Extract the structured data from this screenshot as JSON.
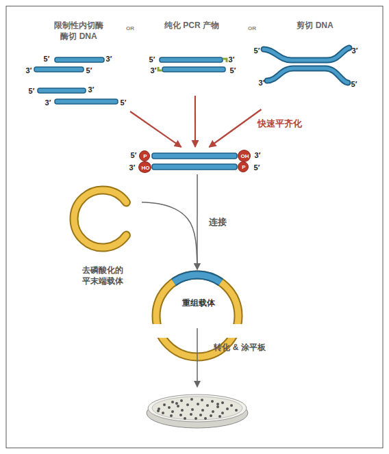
{
  "diagram": {
    "nodes": [
      {
        "text": [
          "限制性内切酶 酶切 DNA",
          "5′",
          "3′",
          "3′",
          "5′",
          "5′",
          "3′",
          "3′",
          "5′"
        ]
      },
      {
        "text": [
          "纯化 PCR 产物",
          "5′",
          "3′",
          "3′",
          "5′"
        ]
      },
      {
        "text": [
          "剪切 DNA",
          "5′",
          "3′",
          "3′",
          "5′"
        ]
      },
      {
        "text": [
          "5′",
          "3′",
          "3′",
          "5′"
        ]
      },
      {
        "text": [
          "P"
        ],
        "in": 3
      },
      {
        "text": [
          "OH"
        ],
        "in": 3
      },
      {
        "text": [
          "HO"
        ],
        "in": 3
      },
      {
        "text": [
          "P"
        ],
        "in": 3
      },
      {
        "text": [
          "去磷酸化的 平末端载体"
        ]
      },
      {
        "text": [
          "重组载体"
        ]
      }
    ],
    "edges": [
      {
        "from": 0,
        "to": 3,
        "arrow": "to"
      },
      {
        "from": 1,
        "to": 3,
        "arrow": "to"
      },
      {
        "from": 2,
        "to": 3,
        "arrow": "to",
        "label": "快速平齐化"
      },
      {
        "from": 3,
        "to": 9,
        "arrow": "to",
        "label": "连接"
      },
      {
        "from": 8,
        "to": 9,
        "arrow": "to"
      }
    ],
    "labels": [
      "OR",
      "OR",
      "转化 & 涂平板"
    ]
  }
}
